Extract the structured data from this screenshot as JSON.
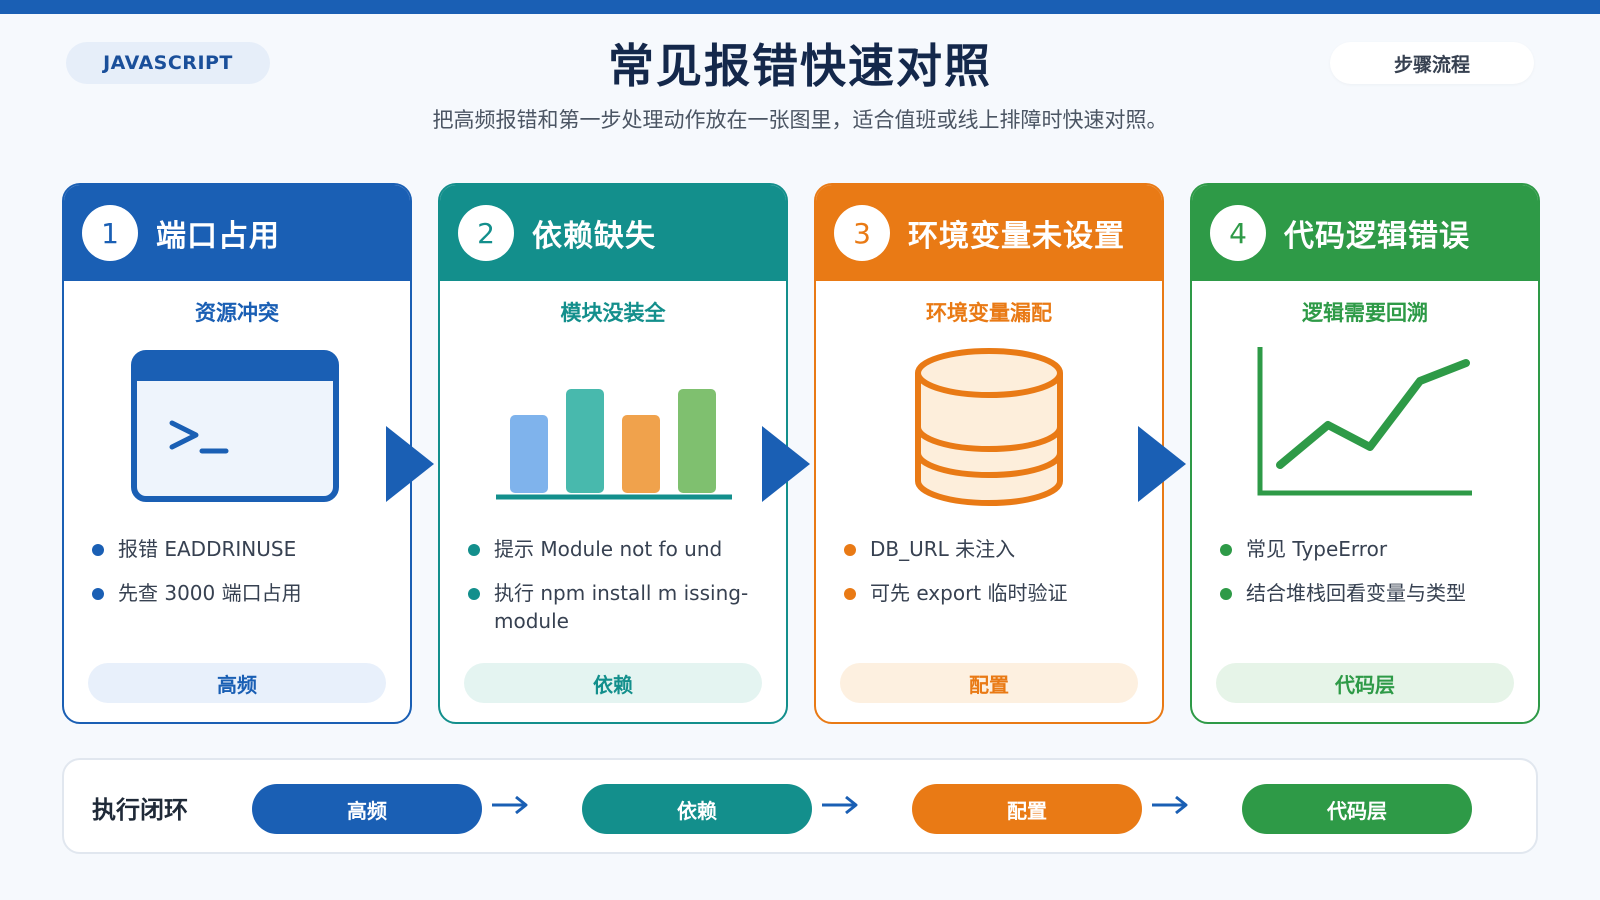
{
  "header": {
    "language_tag": "JAVASCRIPT",
    "title": "常见报错快速对照",
    "subtitle": "把高频报错和第一步处理动作放在一张图里，适合值班或线上排障时快速对照。",
    "mode_tag": "步骤流程"
  },
  "cards": [
    {
      "number": "1",
      "title": "端口占用",
      "subtitle": "资源冲突",
      "icon": "terminal-window-icon",
      "color": "#1a5fb4",
      "bullets": [
        "报错 EADDRINUSE",
        "先查 3000 端口占用"
      ],
      "tag": "高频"
    },
    {
      "number": "2",
      "title": "依赖缺失",
      "subtitle": "模块没装全",
      "icon": "bar-chart-icon",
      "color": "#138f8c",
      "bullets": [
        "提示 Module not fo und",
        "执行 npm install m issing-module"
      ],
      "tag": "依赖"
    },
    {
      "number": "3",
      "title": "环境变量未设置",
      "subtitle": "环境变量漏配",
      "icon": "database-icon",
      "color": "#e97a15",
      "bullets": [
        "DB_URL 未注入",
        "可先 export 临时验证"
      ],
      "tag": "配置"
    },
    {
      "number": "4",
      "title": "代码逻辑错误",
      "subtitle": "逻辑需要回溯",
      "icon": "line-chart-icon",
      "color": "#2e9a47",
      "bullets": [
        "常见 TypeError",
        "结合堆栈回看变量与类型"
      ],
      "tag": "代码层"
    }
  ],
  "flow": {
    "label": "执行闭环",
    "steps": [
      "高频",
      "依赖",
      "配置",
      "代码层"
    ]
  }
}
